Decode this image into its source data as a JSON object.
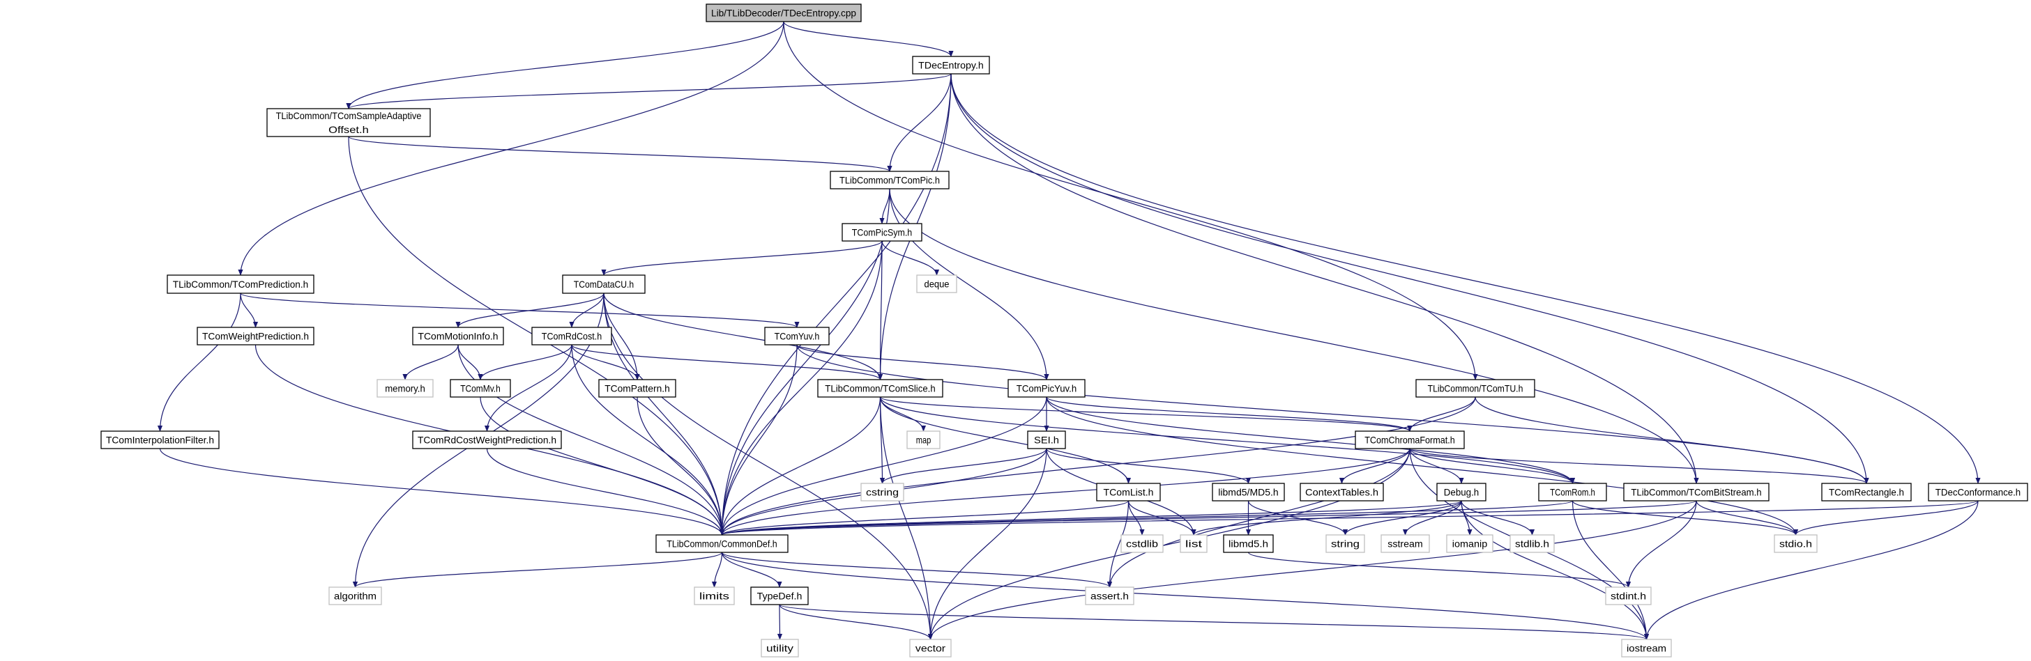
{
  "colors": {
    "edge": "#191970",
    "root_fill": "#bfbfbf",
    "doc_border": "#000000",
    "system_border": "#bfbfbf"
  },
  "nodes": [
    {
      "id": "root",
      "label": "Lib/TLibDecoder/TDecEntropy.cpp",
      "kind": "root"
    },
    {
      "id": "decent",
      "label": "TDecEntropy.h",
      "kind": "doc"
    },
    {
      "id": "sao",
      "label": "TLibCommon/TComSampleAdaptive\nOffset.h",
      "kind": "doc"
    },
    {
      "id": "pic",
      "label": "TLibCommon/TComPic.h",
      "kind": "doc"
    },
    {
      "id": "picsym",
      "label": "TComPicSym.h",
      "kind": "doc"
    },
    {
      "id": "deque",
      "label": "deque",
      "kind": "system"
    },
    {
      "id": "pred",
      "label": "TLibCommon/TComPrediction.h",
      "kind": "doc"
    },
    {
      "id": "datacu",
      "label": "TComDataCU.h",
      "kind": "doc"
    },
    {
      "id": "wpred",
      "label": "TComWeightPrediction.h",
      "kind": "doc"
    },
    {
      "id": "motion",
      "label": "TComMotionInfo.h",
      "kind": "doc"
    },
    {
      "id": "rdcost",
      "label": "TComRdCost.h",
      "kind": "doc"
    },
    {
      "id": "yuv",
      "label": "TComYuv.h",
      "kind": "doc"
    },
    {
      "id": "memory",
      "label": "memory.h",
      "kind": "system"
    },
    {
      "id": "mv",
      "label": "TComMv.h",
      "kind": "doc"
    },
    {
      "id": "pattern",
      "label": "TComPattern.h",
      "kind": "doc"
    },
    {
      "id": "slice",
      "label": "TLibCommon/TComSlice.h",
      "kind": "doc"
    },
    {
      "id": "picyuv",
      "label": "TComPicYuv.h",
      "kind": "doc"
    },
    {
      "id": "tu",
      "label": "TLibCommon/TComTU.h",
      "kind": "doc"
    },
    {
      "id": "interp",
      "label": "TComInterpolationFilter.h",
      "kind": "doc"
    },
    {
      "id": "rdwp",
      "label": "TComRdCostWeightPrediction.h",
      "kind": "doc"
    },
    {
      "id": "map",
      "label": "map",
      "kind": "system"
    },
    {
      "id": "sei",
      "label": "SEI.h",
      "kind": "doc"
    },
    {
      "id": "chroma",
      "label": "TComChromaFormat.h",
      "kind": "doc"
    },
    {
      "id": "cstring",
      "label": "cstring",
      "kind": "system"
    },
    {
      "id": "list_h",
      "label": "TComList.h",
      "kind": "doc"
    },
    {
      "id": "md5",
      "label": "libmd5/MD5.h",
      "kind": "doc"
    },
    {
      "id": "ctx",
      "label": "ContextTables.h",
      "kind": "doc"
    },
    {
      "id": "debug",
      "label": "Debug.h",
      "kind": "doc"
    },
    {
      "id": "rom",
      "label": "TComRom.h",
      "kind": "doc"
    },
    {
      "id": "bits",
      "label": "TLibCommon/TComBitStream.h",
      "kind": "doc"
    },
    {
      "id": "rect",
      "label": "TComRectangle.h",
      "kind": "doc"
    },
    {
      "id": "conf",
      "label": "TDecConformance.h",
      "kind": "doc"
    },
    {
      "id": "common",
      "label": "TLibCommon/CommonDef.h",
      "kind": "doc"
    },
    {
      "id": "cstdlib",
      "label": "cstdlib",
      "kind": "system"
    },
    {
      "id": "list",
      "label": "list",
      "kind": "system"
    },
    {
      "id": "libmd5",
      "label": "libmd5.h",
      "kind": "doc"
    },
    {
      "id": "string",
      "label": "string",
      "kind": "system"
    },
    {
      "id": "sstream",
      "label": "sstream",
      "kind": "system"
    },
    {
      "id": "iomanip",
      "label": "iomanip",
      "kind": "system"
    },
    {
      "id": "stdlib",
      "label": "stdlib.h",
      "kind": "system"
    },
    {
      "id": "stdio",
      "label": "stdio.h",
      "kind": "system"
    },
    {
      "id": "algorithm",
      "label": "algorithm",
      "kind": "system"
    },
    {
      "id": "limits",
      "label": "limits",
      "kind": "system"
    },
    {
      "id": "typedef",
      "label": "TypeDef.h",
      "kind": "doc"
    },
    {
      "id": "assert",
      "label": "assert.h",
      "kind": "system"
    },
    {
      "id": "stdint",
      "label": "stdint.h",
      "kind": "system"
    },
    {
      "id": "utility",
      "label": "utility",
      "kind": "system"
    },
    {
      "id": "vector",
      "label": "vector",
      "kind": "system"
    },
    {
      "id": "iostream",
      "label": "iostream",
      "kind": "system"
    }
  ],
  "edges": [
    [
      "root",
      "decent"
    ],
    [
      "root",
      "sao"
    ],
    [
      "root",
      "pred"
    ],
    [
      "root",
      "tu"
    ],
    [
      "decent",
      "sao"
    ],
    [
      "decent",
      "pic"
    ],
    [
      "decent",
      "common"
    ],
    [
      "decent",
      "slice"
    ],
    [
      "decent",
      "bits"
    ],
    [
      "decent",
      "rect"
    ],
    [
      "decent",
      "conf"
    ],
    [
      "sao",
      "pic"
    ],
    [
      "sao",
      "common"
    ],
    [
      "pic",
      "picsym"
    ],
    [
      "pic",
      "picyuv"
    ],
    [
      "pic",
      "common"
    ],
    [
      "pic",
      "bits"
    ],
    [
      "picsym",
      "deque"
    ],
    [
      "picsym",
      "slice"
    ],
    [
      "picsym",
      "datacu"
    ],
    [
      "picsym",
      "common"
    ],
    [
      "pred",
      "wpred"
    ],
    [
      "pred",
      "interp"
    ],
    [
      "pred",
      "yuv"
    ],
    [
      "datacu",
      "motion"
    ],
    [
      "datacu",
      "rdcost"
    ],
    [
      "datacu",
      "pattern"
    ],
    [
      "datacu",
      "slice"
    ],
    [
      "datacu",
      "common"
    ],
    [
      "datacu",
      "algorithm"
    ],
    [
      "datacu",
      "vector"
    ],
    [
      "wpred",
      "common"
    ],
    [
      "motion",
      "memory"
    ],
    [
      "motion",
      "mv"
    ],
    [
      "motion",
      "common"
    ],
    [
      "rdcost",
      "mv"
    ],
    [
      "rdcost",
      "pattern"
    ],
    [
      "rdcost",
      "rdwp"
    ],
    [
      "rdcost",
      "slice"
    ],
    [
      "rdcost",
      "common"
    ],
    [
      "yuv",
      "picyuv"
    ],
    [
      "yuv",
      "common"
    ],
    [
      "yuv",
      "rect"
    ],
    [
      "mv",
      "common"
    ],
    [
      "pattern",
      "common"
    ],
    [
      "interp",
      "common"
    ],
    [
      "rdwp",
      "common"
    ],
    [
      "slice",
      "map"
    ],
    [
      "slice",
      "cstring"
    ],
    [
      "slice",
      "list_h"
    ],
    [
      "slice",
      "vector"
    ],
    [
      "slice",
      "common"
    ],
    [
      "slice",
      "chroma"
    ],
    [
      "slice",
      "rom"
    ],
    [
      "picyuv",
      "sei"
    ],
    [
      "picyuv",
      "common"
    ],
    [
      "picyuv",
      "chroma"
    ],
    [
      "picyuv",
      "rom"
    ],
    [
      "picyuv",
      "stdio"
    ],
    [
      "tu",
      "chroma"
    ],
    [
      "tu",
      "rect"
    ],
    [
      "tu",
      "common"
    ],
    [
      "sei",
      "cstring"
    ],
    [
      "sei",
      "list"
    ],
    [
      "sei",
      "md5"
    ],
    [
      "sei",
      "vector"
    ],
    [
      "sei",
      "common"
    ],
    [
      "chroma",
      "ctx"
    ],
    [
      "chroma",
      "debug"
    ],
    [
      "chroma",
      "rom"
    ],
    [
      "chroma",
      "rect"
    ],
    [
      "chroma",
      "common"
    ],
    [
      "chroma",
      "vector"
    ],
    [
      "chroma",
      "assert"
    ],
    [
      "chroma",
      "iostream"
    ],
    [
      "list_h",
      "cstdlib"
    ],
    [
      "list_h",
      "list"
    ],
    [
      "list_h",
      "assert"
    ],
    [
      "list_h",
      "common"
    ],
    [
      "md5",
      "libmd5"
    ],
    [
      "md5",
      "string"
    ],
    [
      "debug",
      "common"
    ],
    [
      "debug",
      "list"
    ],
    [
      "debug",
      "string"
    ],
    [
      "debug",
      "sstream"
    ],
    [
      "debug",
      "iomanip"
    ],
    [
      "debug",
      "stdlib"
    ],
    [
      "debug",
      "iostream"
    ],
    [
      "rom",
      "common"
    ],
    [
      "rom",
      "stdio"
    ],
    [
      "rom",
      "iostream"
    ],
    [
      "bits",
      "stdio"
    ],
    [
      "bits",
      "stdint"
    ],
    [
      "bits",
      "vector"
    ],
    [
      "bits",
      "common"
    ],
    [
      "conf",
      "common"
    ],
    [
      "conf",
      "stdio"
    ],
    [
      "conf",
      "iostream"
    ],
    [
      "common",
      "algorithm"
    ],
    [
      "common",
      "limits"
    ],
    [
      "common",
      "typedef"
    ],
    [
      "common",
      "assert"
    ],
    [
      "common",
      "iostream"
    ],
    [
      "typedef",
      "utility"
    ],
    [
      "typedef",
      "vector"
    ],
    [
      "typedef",
      "iostream"
    ],
    [
      "libmd5",
      "stdint"
    ]
  ]
}
